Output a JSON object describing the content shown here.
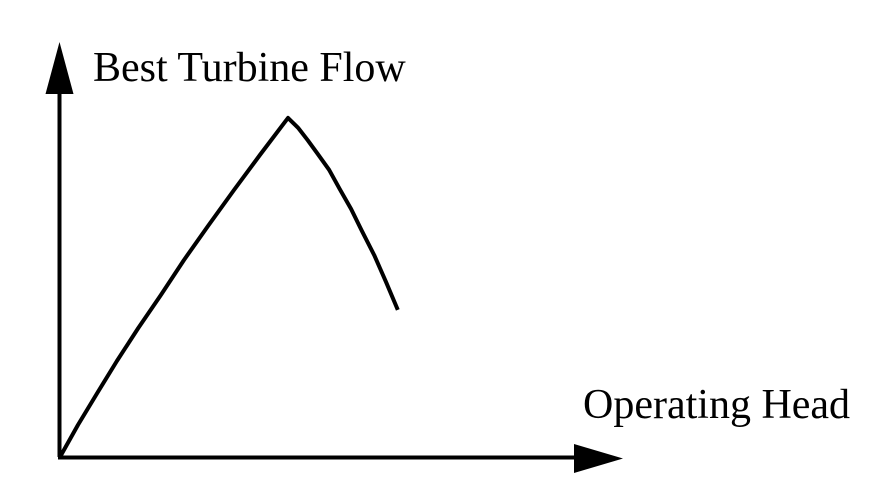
{
  "figure": {
    "background_color": "#ffffff",
    "ink_color": "#000000"
  },
  "chart_data": {
    "type": "line",
    "title": "",
    "xlabel": "Operating Head",
    "ylabel": "Best Turbine Flow",
    "grid": false,
    "legend": false,
    "axes": {
      "x": {
        "label": "Operating Head",
        "arrow": true,
        "tick_labels": []
      },
      "y": {
        "label": "Best Turbine Flow",
        "arrow": true,
        "tick_labels": []
      }
    },
    "series": [
      {
        "name": "best-turbine-flow-vs-operating-head",
        "points_norm": [
          [
            0.0,
            0.0
          ],
          [
            0.032,
            0.078
          ],
          [
            0.066,
            0.155
          ],
          [
            0.101,
            0.233
          ],
          [
            0.139,
            0.313
          ],
          [
            0.179,
            0.393
          ],
          [
            0.22,
            0.478
          ],
          [
            0.263,
            0.561
          ],
          [
            0.309,
            0.648
          ],
          [
            0.355,
            0.733
          ],
          [
            0.405,
            0.823
          ],
          [
            0.423,
            0.799
          ],
          [
            0.44,
            0.769
          ],
          [
            0.458,
            0.735
          ],
          [
            0.478,
            0.697
          ],
          [
            0.497,
            0.65
          ],
          [
            0.517,
            0.602
          ],
          [
            0.536,
            0.549
          ],
          [
            0.558,
            0.49
          ],
          [
            0.579,
            0.425
          ],
          [
            0.6,
            0.357
          ]
        ],
        "peak_norm": [
          0.405,
          0.823
        ]
      }
    ]
  }
}
